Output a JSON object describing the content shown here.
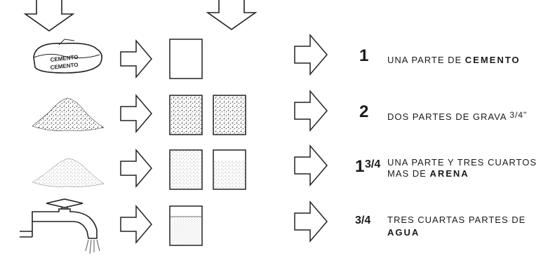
{
  "rows": [
    {
      "qty": "1",
      "desc_a": "UNA PARTE DE ",
      "desc_b": "CEMENTO",
      "desc_c": ""
    },
    {
      "qty": "2",
      "desc_a": "DOS PARTES DE GRAVA ",
      "desc_b": "",
      "desc_c": "3/4\""
    },
    {
      "qty_whole": "1",
      "qty_frac": "3/4",
      "desc_line1": "UNA  PARTE Y TRES CUARTOS",
      "desc_line2a": "MAS  DE  ",
      "desc_line2b": "ARENA"
    },
    {
      "qty_frac": "3/4",
      "desc_line1": "TRES CUARTAS PARTES DE",
      "desc_line2b": "AGUA"
    }
  ],
  "bag_label_1": "CEMENTO",
  "bag_label_2": "CEMENTO",
  "icons": [
    "down-arrow-icon",
    "right-arrow-icon",
    "cement-bag-icon",
    "gravel-pile-icon",
    "sand-pile-icon",
    "water-faucet-icon"
  ]
}
